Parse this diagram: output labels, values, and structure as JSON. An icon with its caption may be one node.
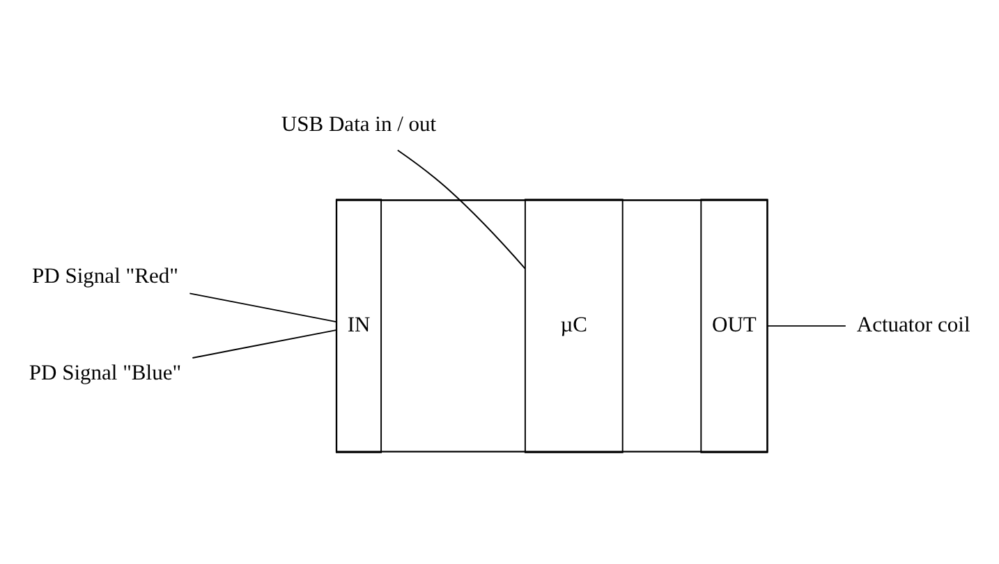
{
  "diagram": {
    "nodes": [
      {
        "text": [
          "USB Data in / out"
        ]
      },
      {
        "text": [
          "PD Signal \"Red\""
        ]
      },
      {
        "text": [],
        "shape": "box"
      },
      {
        "text": [
          "IN"
        ],
        "in": 2
      },
      {
        "text": [
          "µC"
        ],
        "in": 2
      },
      {
        "text": [
          "OUT"
        ],
        "in": 2
      },
      {
        "text": [
          "Actuator coil"
        ]
      },
      {
        "text": [
          "PD Signal \"Blue\""
        ]
      }
    ],
    "edges": [
      {
        "from": 0,
        "to": 4,
        "arrow": "none"
      },
      {
        "from": 1,
        "to": 3,
        "arrow": "none"
      },
      {
        "from": 7,
        "to": 3,
        "arrow": "none"
      },
      {
        "from": 5,
        "to": 6,
        "arrow": "none"
      }
    ]
  }
}
